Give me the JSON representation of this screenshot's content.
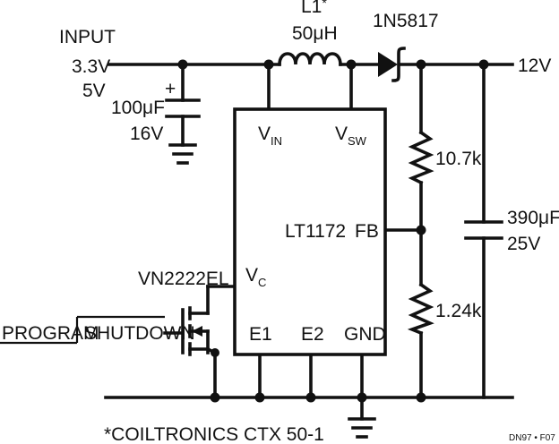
{
  "input": {
    "title": "INPUT",
    "v1": "3.3V",
    "v2": "5V"
  },
  "inductor": {
    "ref": "L1",
    "ref_mark": "*",
    "value": "50μH"
  },
  "diode": {
    "part": "1N5817"
  },
  "output": {
    "voltage": "12V"
  },
  "c_in": {
    "value": "100μF",
    "voltage": "16V",
    "polarity": "+"
  },
  "c_out": {
    "value": "390μF",
    "voltage": "25V"
  },
  "r_top": {
    "value": "10.7k"
  },
  "r_bottom": {
    "value": "1.24k"
  },
  "ic": {
    "part": "LT1172",
    "pins": {
      "vin": {
        "main": "V",
        "sub": "IN"
      },
      "vsw": {
        "main": "V",
        "sub": "SW"
      },
      "fb": "FB",
      "vc": {
        "main": "V",
        "sub": "C"
      },
      "e1": "E1",
      "e2": "E2",
      "gnd": "GND"
    }
  },
  "mosfet": {
    "part": "VN2222EL"
  },
  "control": {
    "left_label": "PROGRAM",
    "right_label": "SHUTDOWN"
  },
  "footnote": "*COILTRONICS CTX 50-1",
  "figure_id": "DN97 • F07"
}
